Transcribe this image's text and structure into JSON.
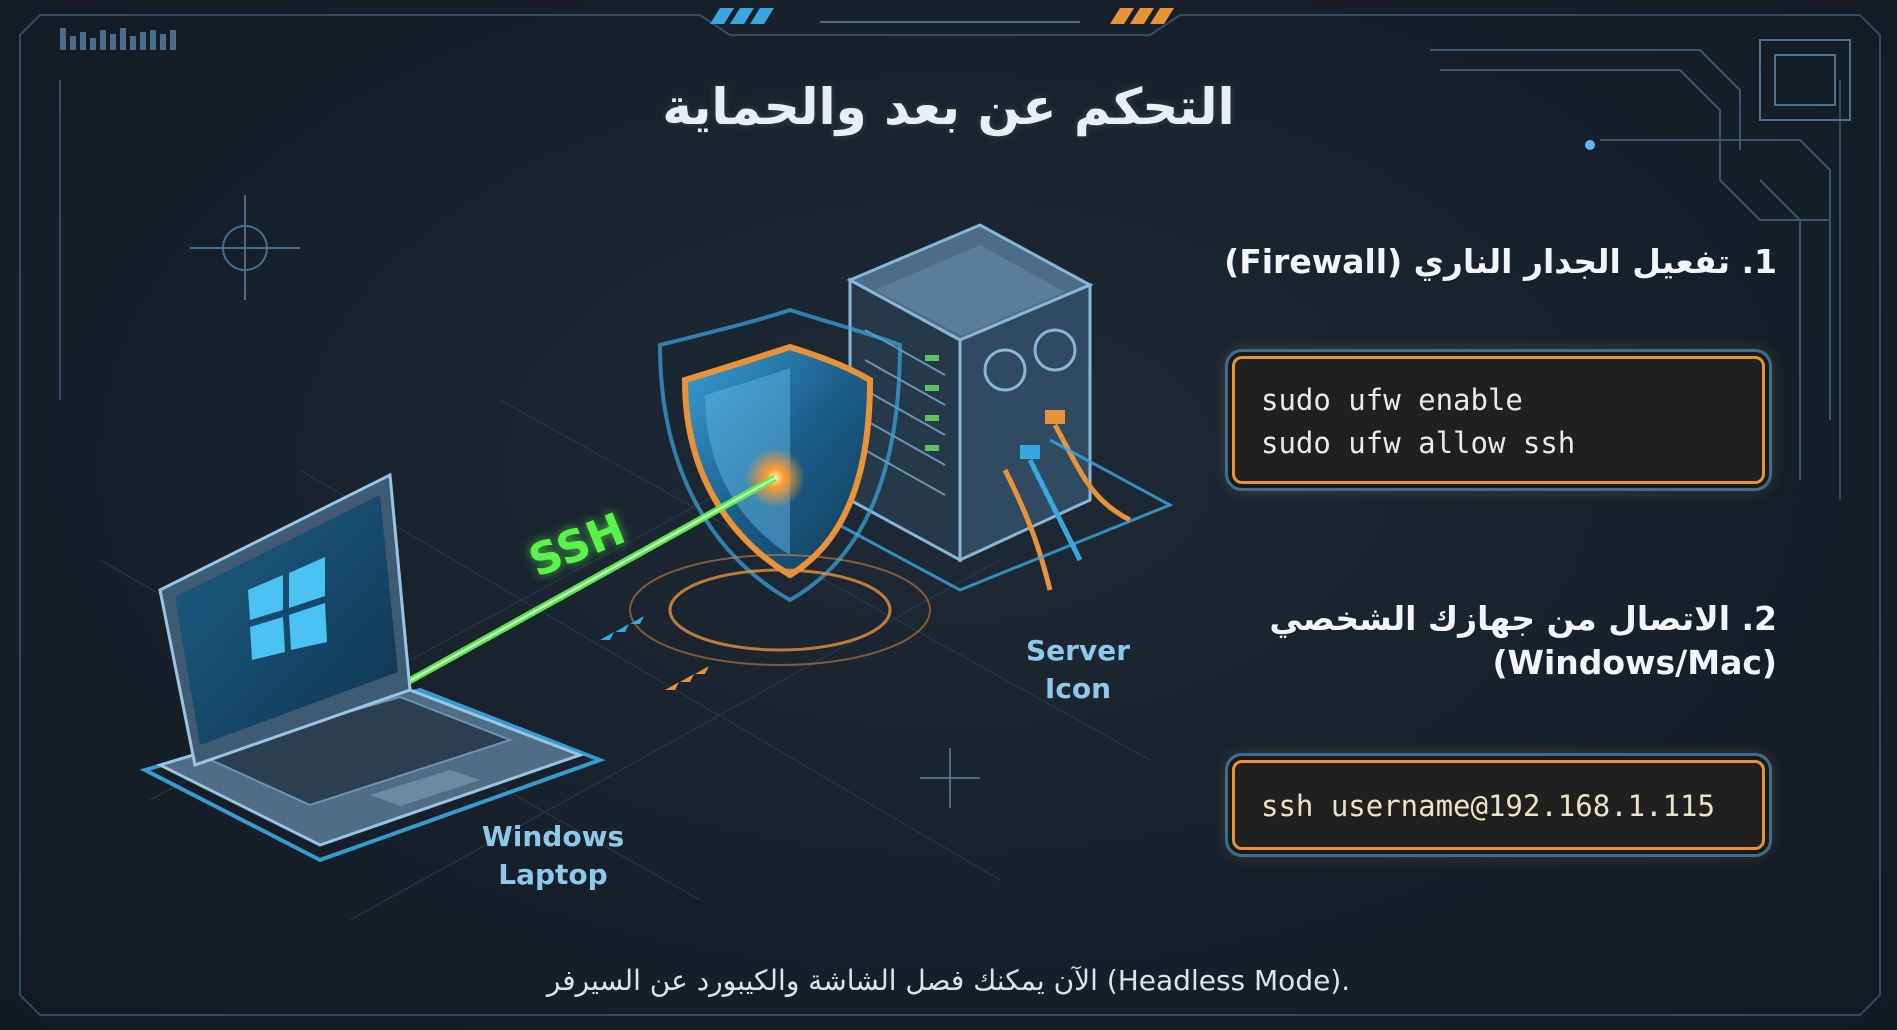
{
  "title": "التحكم عن بعد والحماية",
  "steps": [
    {
      "label": "1. تفعيل الجدار الناري (Firewall)",
      "code": [
        "sudo ufw enable",
        "sudo ufw allow ssh"
      ]
    },
    {
      "label_line1": "2. الاتصال من جهازك الشخصي",
      "label_line2": "(Windows/Mac)",
      "code": [
        "ssh username@192.168.1.115"
      ]
    }
  ],
  "labels": {
    "ssh": "SSH",
    "server_1": "Server",
    "server_2": "Icon",
    "laptop_1": "Windows",
    "laptop_2": "Laptop"
  },
  "footer": "الآن يمكنك فصل الشاشة والكيبورد عن السيرفر (Headless Mode).",
  "icons": [
    "laptop-icon",
    "windows-logo-icon",
    "shield-icon",
    "server-icon",
    "connection-beam"
  ],
  "colors": {
    "background": "#18202b",
    "accent_orange": "#e8923a",
    "accent_blue": "#3aa8e0",
    "beam_green": "#5cf24c",
    "label_blue": "#8fc9ea"
  }
}
